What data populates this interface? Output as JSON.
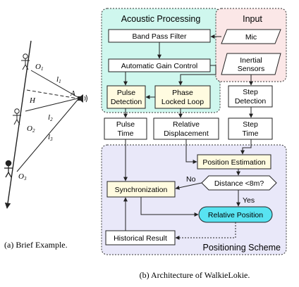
{
  "colors": {
    "acoustic_bg": "#cff7ee",
    "input_bg": "#fbe7e7",
    "positioning_bg": "#e9e8f9",
    "yellow_box": "#fffbe0",
    "cyan_box": "#58e3f1",
    "stroke": "#222222"
  },
  "icons": {
    "person_icon": "person-icon",
    "speaker_icon": "speaker-icon"
  },
  "panel_a": {
    "labels": {
      "O1": "O",
      "O1_sub": "1",
      "O2": "O",
      "O2_sub": "2",
      "O3": "O",
      "O3_sub": "3",
      "l1": "l",
      "l1_sub": "1",
      "l2": "l",
      "l2_sub": "2",
      "l3": "l",
      "l3_sub": "3",
      "H": "H",
      "A": "A"
    },
    "caption": "(a) Brief Example."
  },
  "panel_b": {
    "groups": {
      "acoustic": "Acoustic Processing",
      "input": "Input",
      "positioning": "Positioning Scheme"
    },
    "boxes": {
      "band_pass": "Band Pass Filter",
      "agc": "Automatic Gain Control",
      "pulse_detection": [
        "Pulse",
        "Detection"
      ],
      "pll": [
        "Phase",
        "Locked Loop"
      ],
      "mic": "Mic",
      "inertial": [
        "Inertial",
        "Sensors"
      ],
      "step_detection": [
        "Step",
        "Detection"
      ],
      "pulse_time": [
        "Pulse",
        "Time"
      ],
      "relative_displacement": [
        "Relative",
        "Displacement"
      ],
      "step_time": [
        "Step",
        "Time"
      ],
      "position_estimation": "Position Estimation",
      "distance": "Distance <8m?",
      "synchronization": "Synchronization",
      "relative_position": "Relative Position",
      "historical_result": "Historical Result"
    },
    "edge_labels": {
      "no": "No",
      "yes": "Yes"
    },
    "caption": "(b) Architecture of WalkieLokie."
  }
}
